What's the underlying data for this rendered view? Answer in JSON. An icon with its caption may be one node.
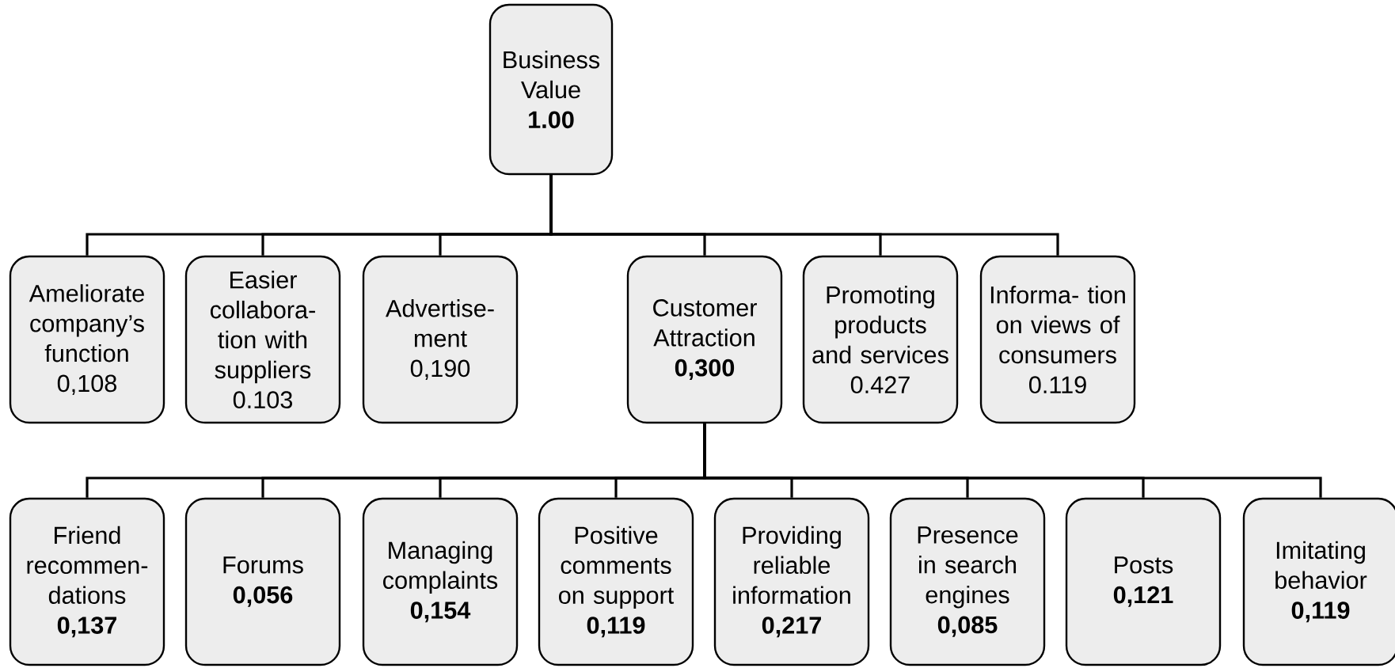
{
  "diagram": {
    "nodes": [
      {
        "text": [
          "Business Value",
          "1.00"
        ]
      },
      {
        "text": [
          "Ameliorate company’s function",
          "0,108"
        ]
      },
      {
        "text": [
          "Easier collabora- tion with suppliers",
          "0.103"
        ]
      },
      {
        "text": [
          "Advertise- ment",
          "0,190"
        ]
      },
      {
        "text": [
          "Customer Attraction",
          "0,300"
        ]
      },
      {
        "text": [
          "Promoting products and services",
          "0.427"
        ]
      },
      {
        "text": [
          "Informa- tion on views of consumers",
          "0.119"
        ]
      },
      {
        "text": [
          "Friend recommen- dations",
          "0,137"
        ]
      },
      {
        "text": [
          "Forums",
          "0,056"
        ]
      },
      {
        "text": [
          "Managing complaints",
          "0,154"
        ]
      },
      {
        "text": [
          "Positive comments on support",
          "0,119"
        ]
      },
      {
        "text": [
          "Providing reliable information",
          "0,217"
        ]
      },
      {
        "text": [
          "Presence in search engines",
          "0,085"
        ]
      },
      {
        "text": [
          "Posts",
          "0,121"
        ]
      },
      {
        "text": [
          "Imitating behavior",
          "0,119"
        ]
      }
    ],
    "edges": [
      {
        "from": 0,
        "to": 1,
        "arrow": "none"
      },
      {
        "from": 0,
        "to": 2,
        "arrow": "none"
      },
      {
        "from": 0,
        "to": 3,
        "arrow": "none"
      },
      {
        "from": 0,
        "to": 4,
        "arrow": "none"
      },
      {
        "from": 0,
        "to": 5,
        "arrow": "none"
      },
      {
        "from": 0,
        "to": 6,
        "arrow": "none"
      },
      {
        "from": 4,
        "to": 7,
        "arrow": "none"
      },
      {
        "from": 4,
        "to": 8,
        "arrow": "none"
      },
      {
        "from": 4,
        "to": 9,
        "arrow": "none"
      },
      {
        "from": 4,
        "to": 10,
        "arrow": "none"
      },
      {
        "from": 4,
        "to": 11,
        "arrow": "none"
      },
      {
        "from": 4,
        "to": 12,
        "arrow": "none"
      },
      {
        "from": 4,
        "to": 13,
        "arrow": "none"
      },
      {
        "from": 4,
        "to": 14,
        "arrow": "none"
      }
    ]
  }
}
